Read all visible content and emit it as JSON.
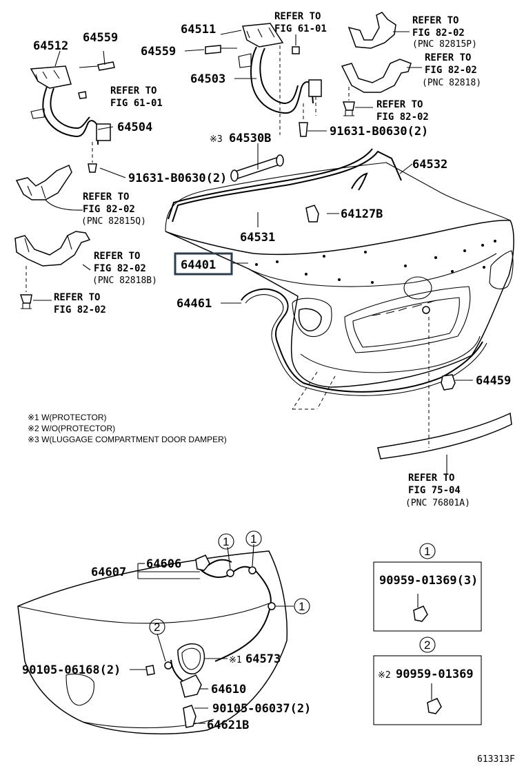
{
  "labels": {
    "p64512": "64512",
    "p64559a": "64559",
    "p64511": "64511",
    "p64559b": "64559",
    "p64503": "64503",
    "p64504": "64504",
    "p64530B": "64530B",
    "p64532": "64532",
    "p64531": "64531",
    "p64127B": "64127B",
    "p64401": "64401",
    "p64461": "64461",
    "p64459": "64459",
    "p91631a": "91631-B0630(2)",
    "p91631b": "91631-B0630(2)",
    "p64607": "64607",
    "p64606": "64606",
    "p64573": "64573",
    "p64610": "64610",
    "p90105a": "90105-06168(2)",
    "p90105b": "90105-06037(2)",
    "p64621B": "64621B",
    "p90959a": "90959-01369(3)",
    "p90959b": "90959-01369",
    "mark3": "※3",
    "mark1": "※1",
    "mark2": "※2",
    "circle1a": "1",
    "circle1b": "1",
    "circle1c": "1",
    "circle2a": "2",
    "box1title": "1",
    "box2title": "2",
    "code": "613313F"
  },
  "refs": {
    "r1_a": "REFER TO",
    "r1_b": "FIG 61-01",
    "r2_a": "REFER TO",
    "r2_b": "FIG 82-02",
    "r2_c": "(PNC 82815P)",
    "r3_a": "REFER TO",
    "r3_b": "FIG 82-02",
    "r3_c": "(PNC 82818)",
    "r4_a": "REFER TO",
    "r4_b": "FIG 61-01",
    "r5_a": "REFER TO",
    "r5_b": "FIG 82-02",
    "r6_a": "REFER TO",
    "r6_b": "FIG 82-02",
    "r6_c": "(PNC 82815Q)",
    "r7_a": "REFER TO",
    "r7_b": "FIG 82-02",
    "r7_c": "(PNC 82818B)",
    "r8_a": "REFER TO",
    "r8_b": "FIG 82-02",
    "r9_a": "REFER TO",
    "r9_b": "FIG 75-04",
    "r9_c": "(PNC 76801A)"
  },
  "notes": {
    "n1": "※1 W(PROTECTOR)",
    "n2": "※2 W/O(PROTECTOR)",
    "n3": "※3 W(LUGGAGE COMPARTMENT DOOR DAMPER)"
  },
  "highlight_color": "#2b3d4f"
}
